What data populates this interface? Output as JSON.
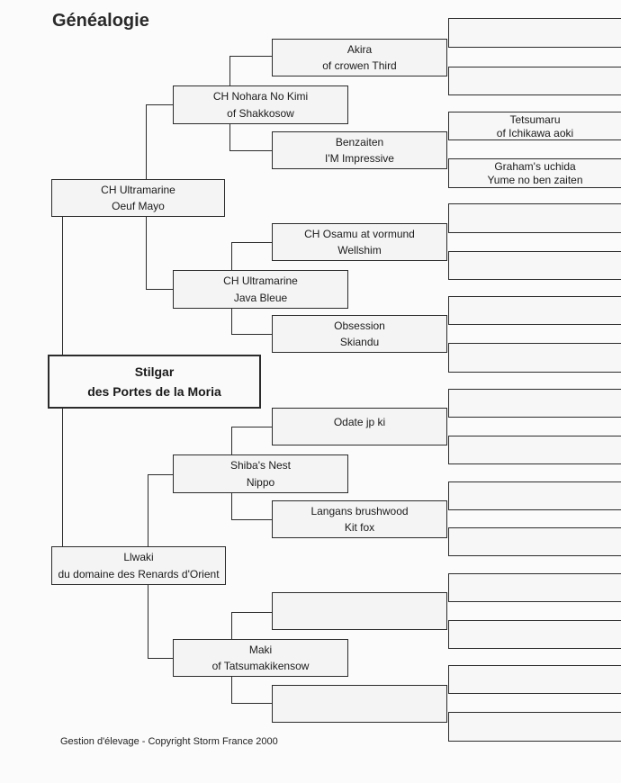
{
  "title": "Généalogie",
  "root": {
    "line1": "Stilgar",
    "line2": "des Portes de la Moria"
  },
  "parents": {
    "sire": {
      "line1": "CH Ultramarine",
      "line2": "Oeuf Mayo"
    },
    "dam": {
      "line1": "Llwaki",
      "line2": "du domaine des Renards d'Orient"
    }
  },
  "grandparents": [
    {
      "line1": "CH Nohara No Kimi",
      "line2": "of Shakkosow"
    },
    {
      "line1": "CH Ultramarine",
      "line2": "Java Bleue"
    },
    {
      "line1": "Shiba's Nest",
      "line2": "Nippo"
    },
    {
      "line1": "Maki",
      "line2": "of Tatsumakikensow"
    }
  ],
  "great_grandparents": [
    {
      "line1": "Akira",
      "line2": "of crowen Third"
    },
    {
      "line1": "Benzaiten",
      "line2": "I'M Impressive"
    },
    {
      "line1": "CH Osamu at vormund",
      "line2": "Wellshim"
    },
    {
      "line1": "Obsession",
      "line2": "Skiandu"
    },
    {
      "line1": "Odate jp ki",
      "line2": ""
    },
    {
      "line1": "Langans brushwood",
      "line2": "Kit fox"
    },
    {
      "line1": "",
      "line2": ""
    },
    {
      "line1": "",
      "line2": ""
    }
  ],
  "gen4": [
    "",
    "",
    "Tetsumaru\nof Ichikawa aoki",
    "Graham's uchida\nYume no ben zaiten",
    "",
    "",
    "",
    "",
    "",
    "",
    "",
    "",
    "",
    "",
    "",
    ""
  ],
  "footer": "Gestion d'élevage  -  Copyright Storm France 2000"
}
